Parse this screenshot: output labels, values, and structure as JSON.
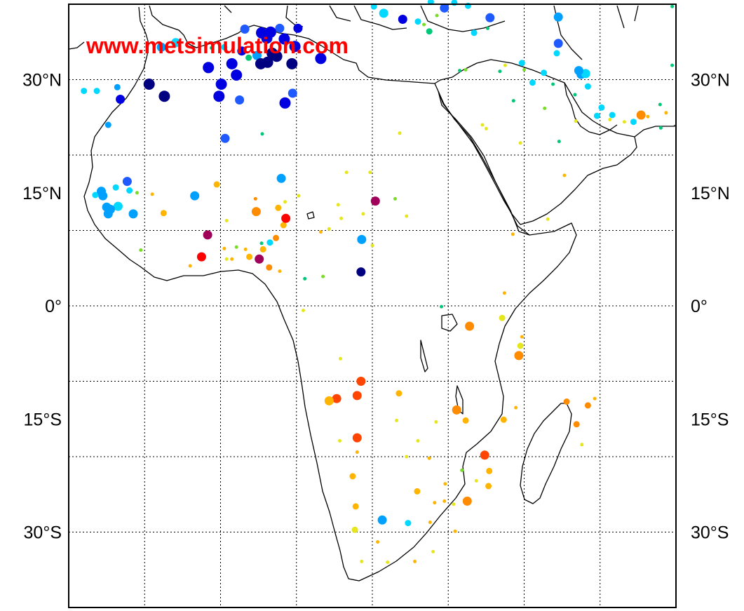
{
  "watermark": "www.metsimulation.com",
  "colors": {
    "frame": "#000000",
    "grid": "#000000",
    "coast": "#000000",
    "watermark": "#ff0000",
    "scale": [
      "#000080",
      "#0000e0",
      "#1e5aff",
      "#00a0ff",
      "#00d8ff",
      "#00c878",
      "#78dc28",
      "#e6e61e",
      "#ffb400",
      "#ff8c00",
      "#ff4500",
      "#ff0000",
      "#a0005a"
    ]
  },
  "map": {
    "lon_range": [
      -20,
      60
    ],
    "lat_range": [
      -40,
      40
    ],
    "lat_labels": [
      {
        "lat": 30,
        "text": "30°N"
      },
      {
        "lat": 15,
        "text": "15°N"
      },
      {
        "lat": 0,
        "text": "0°"
      },
      {
        "lat": -15,
        "text": "15°S"
      },
      {
        "lat": -30,
        "text": "30°S"
      }
    ],
    "grid_lons": [
      -10,
      0,
      10,
      20,
      30,
      40,
      50
    ],
    "grid_lats": [
      -30,
      -20,
      -10,
      0,
      10,
      20,
      30
    ]
  },
  "stations": [
    {
      "lon": 29.5,
      "lat": 39.5,
      "c": 2,
      "s": "m"
    },
    {
      "lon": 32.6,
      "lat": 39.8,
      "c": 4,
      "s": "s"
    },
    {
      "lon": 24,
      "lat": 38,
      "c": 1,
      "s": "m"
    },
    {
      "lon": 13.2,
      "lat": 32.8,
      "c": 1,
      "s": "l"
    },
    {
      "lon": 10.2,
      "lat": 36.8,
      "c": 1,
      "s": "m"
    },
    {
      "lon": 9.8,
      "lat": 34.4,
      "c": 1,
      "s": "l"
    },
    {
      "lon": 7.8,
      "lat": 36.8,
      "c": 2,
      "s": "m"
    },
    {
      "lon": 6.6,
      "lat": 36.3,
      "c": 1,
      "s": "l"
    },
    {
      "lon": 5.4,
      "lat": 36.2,
      "c": 1,
      "s": "l"
    },
    {
      "lon": 3.2,
      "lat": 36.7,
      "c": 2,
      "s": "m"
    },
    {
      "lon": 2.8,
      "lat": 33.8,
      "c": 1,
      "s": "m"
    },
    {
      "lon": 6.1,
      "lat": 35.5,
      "c": 1,
      "s": "l"
    },
    {
      "lon": 8.4,
      "lat": 35.4,
      "c": 1,
      "s": "l"
    },
    {
      "lon": 6.8,
      "lat": 33.5,
      "c": 0,
      "s": "l"
    },
    {
      "lon": 7.4,
      "lat": 33.1,
      "c": 0,
      "s": "l"
    },
    {
      "lon": 6.2,
      "lat": 32.3,
      "c": 0,
      "s": "l"
    },
    {
      "lon": 5.3,
      "lat": 32.1,
      "c": 0,
      "s": "l"
    },
    {
      "lon": 9.4,
      "lat": 32.1,
      "c": 0,
      "s": "l"
    },
    {
      "lon": 1.5,
      "lat": 32.1,
      "c": 1,
      "s": "l"
    },
    {
      "lon": 4.8,
      "lat": 33.2,
      "c": 3,
      "s": "m"
    },
    {
      "lon": -1.6,
      "lat": 31.6,
      "c": 1,
      "s": "l"
    },
    {
      "lon": 2.1,
      "lat": 30.6,
      "c": 1,
      "s": "l"
    },
    {
      "lon": 0.1,
      "lat": 29.4,
      "c": 1,
      "s": "l"
    },
    {
      "lon": -0.2,
      "lat": 27.8,
      "c": 1,
      "s": "l"
    },
    {
      "lon": 2.5,
      "lat": 27.3,
      "c": 2,
      "s": "m"
    },
    {
      "lon": 8.5,
      "lat": 26.9,
      "c": 1,
      "s": "l"
    },
    {
      "lon": 9.5,
      "lat": 28.2,
      "c": 2,
      "s": "m"
    },
    {
      "lon": -9.4,
      "lat": 29.4,
      "c": 0,
      "s": "l"
    },
    {
      "lon": -7.4,
      "lat": 27.8,
      "c": 0,
      "s": "l"
    },
    {
      "lon": -13.2,
      "lat": 27.4,
      "c": 1,
      "s": "m"
    },
    {
      "lon": -16.3,
      "lat": 28.5,
      "c": 4,
      "s": "s"
    },
    {
      "lon": -13.6,
      "lat": 29,
      "c": 3,
      "s": "s"
    },
    {
      "lon": -18,
      "lat": 28.5,
      "c": 4,
      "s": "s"
    },
    {
      "lon": -14.8,
      "lat": 24,
      "c": 3,
      "s": "s"
    },
    {
      "lon": 0.6,
      "lat": 22.2,
      "c": 2,
      "s": "m"
    },
    {
      "lon": 5.5,
      "lat": 22.8,
      "c": 5,
      "s": "xs"
    },
    {
      "lon": -1.2,
      "lat": 34.2,
      "c": 5,
      "s": "xs"
    },
    {
      "lon": -1.9,
      "lat": 34.8,
      "c": 5,
      "s": "xs"
    },
    {
      "lon": -7.8,
      "lat": 34.3,
      "c": 3,
      "s": "m"
    },
    {
      "lon": -5.9,
      "lat": 34.9,
      "c": 4,
      "s": "m"
    },
    {
      "lon": 0.5,
      "lat": 34.3,
      "c": 4,
      "s": "s"
    },
    {
      "lon": 3.7,
      "lat": 32.9,
      "c": 5,
      "s": "s"
    },
    {
      "lon": 27.7,
      "lat": 40.3,
      "c": 4,
      "s": "s"
    },
    {
      "lon": 20.2,
      "lat": 39.7,
      "c": 4,
      "s": "s"
    },
    {
      "lon": 21.5,
      "lat": 38.8,
      "c": 4,
      "s": "m"
    },
    {
      "lon": 26,
      "lat": 37.7,
      "c": 4,
      "s": "s"
    },
    {
      "lon": 30.8,
      "lat": 40.2,
      "c": 4,
      "s": "s"
    },
    {
      "lon": 27.5,
      "lat": 36.4,
      "c": 5,
      "s": "s"
    },
    {
      "lon": 26.8,
      "lat": 37.3,
      "c": 6,
      "s": "xs"
    },
    {
      "lon": 33.4,
      "lat": 36.2,
      "c": 4,
      "s": "s"
    },
    {
      "lon": 35.2,
      "lat": 36.8,
      "c": 5,
      "s": "xs"
    },
    {
      "lon": 35.5,
      "lat": 38.2,
      "c": 2,
      "s": "m"
    },
    {
      "lon": 28.5,
      "lat": 38.5,
      "c": 6,
      "s": "xs"
    },
    {
      "lon": 44.5,
      "lat": 38.3,
      "c": 3,
      "s": "m"
    },
    {
      "lon": 44.5,
      "lat": 34.8,
      "c": 2,
      "s": "m"
    },
    {
      "lon": 44.3,
      "lat": 33.5,
      "c": 4,
      "s": "s"
    },
    {
      "lon": 39.7,
      "lat": 32.2,
      "c": 4,
      "s": "s"
    },
    {
      "lon": 42.6,
      "lat": 30.9,
      "c": 4,
      "s": "s"
    },
    {
      "lon": 47.5,
      "lat": 30.7,
      "c": 3,
      "s": "m"
    },
    {
      "lon": 48.1,
      "lat": 30.8,
      "c": 4,
      "s": "m"
    },
    {
      "lon": 47.2,
      "lat": 31.2,
      "c": 3,
      "s": "m"
    },
    {
      "lon": 41.1,
      "lat": 29.6,
      "c": 4,
      "s": "s"
    },
    {
      "lon": 43.8,
      "lat": 29.4,
      "c": 5,
      "s": "xs"
    },
    {
      "lon": 46.7,
      "lat": 28,
      "c": 5,
      "s": "xs"
    },
    {
      "lon": 48.4,
      "lat": 29.1,
      "c": 4,
      "s": "s"
    },
    {
      "lon": 50.2,
      "lat": 26.3,
      "c": 4,
      "s": "s"
    },
    {
      "lon": 49.6,
      "lat": 25.2,
      "c": 4,
      "s": "s"
    },
    {
      "lon": 51.6,
      "lat": 25.3,
      "c": 4,
      "s": "s"
    },
    {
      "lon": 54.4,
      "lat": 24.4,
      "c": 4,
      "s": "s"
    },
    {
      "lon": 55.4,
      "lat": 25.3,
      "c": 9,
      "s": "m"
    },
    {
      "lon": 53.2,
      "lat": 24.4,
      "c": 7,
      "s": "xs"
    },
    {
      "lon": 56.3,
      "lat": 25.1,
      "c": 8,
      "s": "xs"
    },
    {
      "lon": 58.7,
      "lat": 25.6,
      "c": 8,
      "s": "xs"
    },
    {
      "lon": 57.9,
      "lat": 26.7,
      "c": 5,
      "s": "xs"
    },
    {
      "lon": 51.3,
      "lat": 24.7,
      "c": 7,
      "s": "xs"
    },
    {
      "lon": 46.8,
      "lat": 24.5,
      "c": 7,
      "s": "xs"
    },
    {
      "lon": 44.6,
      "lat": 21.8,
      "c": 5,
      "s": "xs"
    },
    {
      "lon": 45.3,
      "lat": 17.3,
      "c": 8,
      "s": "xs"
    },
    {
      "lon": 39.5,
      "lat": 21.6,
      "c": 7,
      "s": "xs"
    },
    {
      "lon": 38.6,
      "lat": 27.2,
      "c": 5,
      "s": "xs"
    },
    {
      "lon": 42.7,
      "lat": 26.2,
      "c": 6,
      "s": "xs"
    },
    {
      "lon": 59.5,
      "lat": 39.7,
      "c": 5,
      "s": "xs"
    },
    {
      "lon": 59.5,
      "lat": 31.9,
      "c": 5,
      "s": "xs"
    },
    {
      "lon": 58,
      "lat": 23.6,
      "c": 5,
      "s": "xs"
    },
    {
      "lon": 40,
      "lat": 31.3,
      "c": 6,
      "s": "xs"
    },
    {
      "lon": 37.5,
      "lat": 31.9,
      "c": 7,
      "s": "xs"
    },
    {
      "lon": 36.8,
      "lat": 31.1,
      "c": 5,
      "s": "xs"
    },
    {
      "lon": 35,
      "lat": 23.5,
      "c": 7,
      "s": "xs"
    },
    {
      "lon": 34.5,
      "lat": 24,
      "c": 7,
      "s": "xs"
    },
    {
      "lon": 31.5,
      "lat": 31.2,
      "c": 5,
      "s": "xs"
    },
    {
      "lon": 32.3,
      "lat": 31.3,
      "c": 6,
      "s": "xs"
    },
    {
      "lon": 16.6,
      "lat": 17.7,
      "c": 7,
      "s": "xs"
    },
    {
      "lon": 18.8,
      "lat": 12.2,
      "c": 7,
      "s": "xs"
    },
    {
      "lon": 15.5,
      "lat": 13.4,
      "c": 7,
      "s": "xs"
    },
    {
      "lon": 15.9,
      "lat": 11.6,
      "c": 7,
      "s": "xs"
    },
    {
      "lon": 20.4,
      "lat": 13.9,
      "c": 12,
      "s": "m"
    },
    {
      "lon": 18.6,
      "lat": 8.8,
      "c": 3,
      "s": "m"
    },
    {
      "lon": 18.5,
      "lat": 4.5,
      "c": 0,
      "s": "m"
    },
    {
      "lon": 13.2,
      "lat": 9.8,
      "c": 8,
      "s": "xs"
    },
    {
      "lon": 14.3,
      "lat": 10.2,
      "c": 7,
      "s": "xs"
    },
    {
      "lon": 10.3,
      "lat": 14.6,
      "c": 7,
      "s": "xs"
    },
    {
      "lon": 8,
      "lat": 16.9,
      "c": 3,
      "s": "m"
    },
    {
      "lon": 8.6,
      "lat": 11.6,
      "c": 11,
      "s": "m"
    },
    {
      "lon": 8.3,
      "lat": 10.7,
      "c": 8,
      "s": "s"
    },
    {
      "lon": 7.6,
      "lat": 13,
      "c": 8,
      "s": "s"
    },
    {
      "lon": 8.5,
      "lat": 13.8,
      "c": 7,
      "s": "xs"
    },
    {
      "lon": 4.7,
      "lat": 12.5,
      "c": 9,
      "s": "m"
    },
    {
      "lon": 4.6,
      "lat": 14.2,
      "c": 9,
      "s": "xs"
    },
    {
      "lon": 7.3,
      "lat": 9,
      "c": 9,
      "s": "s"
    },
    {
      "lon": 6.5,
      "lat": 8.4,
      "c": 4,
      "s": "s"
    },
    {
      "lon": 5.6,
      "lat": 7.5,
      "c": 8,
      "s": "s"
    },
    {
      "lon": 5.1,
      "lat": 6.2,
      "c": 12,
      "s": "m"
    },
    {
      "lon": 6.4,
      "lat": 5.1,
      "c": 9,
      "s": "s"
    },
    {
      "lon": 7.8,
      "lat": 4.6,
      "c": 8,
      "s": "xs"
    },
    {
      "lon": 11.1,
      "lat": 3.6,
      "c": 5,
      "s": "xs"
    },
    {
      "lon": 3.8,
      "lat": 6.5,
      "c": 8,
      "s": "s"
    },
    {
      "lon": 3.3,
      "lat": 7.5,
      "c": 8,
      "s": "xs"
    },
    {
      "lon": 2.1,
      "lat": 7.8,
      "c": 6,
      "s": "xs"
    },
    {
      "lon": 5.4,
      "lat": 8.3,
      "c": 5,
      "s": "xs"
    },
    {
      "lon": 1.5,
      "lat": 6.2,
      "c": 8,
      "s": "xs"
    },
    {
      "lon": 0.8,
      "lat": 6.2,
      "c": 7,
      "s": "xs"
    },
    {
      "lon": -1.7,
      "lat": 9.4,
      "c": 12,
      "s": "m"
    },
    {
      "lon": -2.5,
      "lat": 6.5,
      "c": 11,
      "s": "m"
    },
    {
      "lon": 0.5,
      "lat": 7.6,
      "c": 8,
      "s": "xs"
    },
    {
      "lon": 0.8,
      "lat": 11.3,
      "c": 7,
      "s": "xs"
    },
    {
      "lon": -0.5,
      "lat": 16.1,
      "c": 8,
      "s": "s"
    },
    {
      "lon": -3.4,
      "lat": 14.6,
      "c": 3,
      "s": "m"
    },
    {
      "lon": -7.5,
      "lat": 12.3,
      "c": 8,
      "s": "s"
    },
    {
      "lon": -9,
      "lat": 14.8,
      "c": 8,
      "s": "xs"
    },
    {
      "lon": -12,
      "lat": 15.3,
      "c": 4,
      "s": "s"
    },
    {
      "lon": -13.5,
      "lat": 13.2,
      "c": 4,
      "s": "m"
    },
    {
      "lon": -11.5,
      "lat": 12.2,
      "c": 3,
      "s": "m"
    },
    {
      "lon": -14.5,
      "lat": 12.8,
      "c": 3,
      "s": "m"
    },
    {
      "lon": -14.8,
      "lat": 12.2,
      "c": 3,
      "s": "m"
    },
    {
      "lon": -15,
      "lat": 13.1,
      "c": 3,
      "s": "m"
    },
    {
      "lon": -15.5,
      "lat": 14.6,
      "c": 3,
      "s": "m"
    },
    {
      "lon": -16.5,
      "lat": 14.7,
      "c": 4,
      "s": "s"
    },
    {
      "lon": -13.8,
      "lat": 15.7,
      "c": 4,
      "s": "s"
    },
    {
      "lon": -15.7,
      "lat": 15.2,
      "c": 3,
      "s": "m"
    },
    {
      "lon": -12.3,
      "lat": 16.5,
      "c": 2,
      "s": "m"
    },
    {
      "lon": -11,
      "lat": 15,
      "c": 6,
      "s": "xs"
    },
    {
      "lon": -10.5,
      "lat": 7.4,
      "c": 6,
      "s": "xs"
    },
    {
      "lon": -4,
      "lat": 5.3,
      "c": 8,
      "s": "xs"
    },
    {
      "lon": 29.1,
      "lat": -0.1,
      "c": 5,
      "s": "xs"
    },
    {
      "lon": 32.8,
      "lat": -2.7,
      "c": 9,
      "s": "m"
    },
    {
      "lon": 37.1,
      "lat": -1.6,
      "c": 7,
      "s": "s"
    },
    {
      "lon": 39.5,
      "lat": -5.3,
      "c": 7,
      "s": "s"
    },
    {
      "lon": 39.3,
      "lat": -6.6,
      "c": 9,
      "s": "m"
    },
    {
      "lon": 39.7,
      "lat": -4.1,
      "c": 8,
      "s": "xs"
    },
    {
      "lon": 37.4,
      "lat": 1.7,
      "c": 8,
      "s": "xs"
    },
    {
      "lon": 38.5,
      "lat": 9.5,
      "c": 8,
      "s": "xs"
    },
    {
      "lon": 43.1,
      "lat": 11.5,
      "c": 7,
      "s": "xs"
    },
    {
      "lon": 24.5,
      "lat": 11.9,
      "c": 7,
      "s": "xs"
    },
    {
      "lon": 19.7,
      "lat": 17.7,
      "c": 7,
      "s": "xs"
    },
    {
      "lon": 23,
      "lat": 14.2,
      "c": 6,
      "s": "xs"
    },
    {
      "lon": 20,
      "lat": 8,
      "c": 7,
      "s": "xs"
    },
    {
      "lon": 13.5,
      "lat": 3.9,
      "c": 6,
      "s": "xs"
    },
    {
      "lon": 10.9,
      "lat": -0.6,
      "c": 7,
      "s": "xs"
    },
    {
      "lon": 23.6,
      "lat": 22.9,
      "c": 7,
      "s": "xs"
    },
    {
      "lon": 18.5,
      "lat": -10,
      "c": 10,
      "s": "m"
    },
    {
      "lon": 15.3,
      "lat": -12.3,
      "c": 10,
      "s": "m"
    },
    {
      "lon": 14.3,
      "lat": -12.6,
      "c": 8,
      "s": "m"
    },
    {
      "lon": 18,
      "lat": -11.9,
      "c": 10,
      "s": "m"
    },
    {
      "lon": 18,
      "lat": -17.5,
      "c": 10,
      "s": "m"
    },
    {
      "lon": 23.5,
      "lat": -11.6,
      "c": 8,
      "s": "s"
    },
    {
      "lon": 31.1,
      "lat": -13.8,
      "c": 9,
      "s": "m"
    },
    {
      "lon": 32.3,
      "lat": -15.2,
      "c": 8,
      "s": "s"
    },
    {
      "lon": 37.3,
      "lat": -15.1,
      "c": 8,
      "s": "s"
    },
    {
      "lon": 38.9,
      "lat": -13.5,
      "c": 8,
      "s": "xs"
    },
    {
      "lon": 45.6,
      "lat": -12.7,
      "c": 9,
      "s": "s"
    },
    {
      "lon": 48.4,
      "lat": -13.2,
      "c": 9,
      "s": "s"
    },
    {
      "lon": 49.3,
      "lat": -12.3,
      "c": 8,
      "s": "xs"
    },
    {
      "lon": 46.9,
      "lat": -15.7,
      "c": 9,
      "s": "s"
    },
    {
      "lon": 47.6,
      "lat": -18.4,
      "c": 7,
      "s": "xs"
    },
    {
      "lon": 34.8,
      "lat": -19.8,
      "c": 10,
      "s": "m"
    },
    {
      "lon": 35.4,
      "lat": -21.9,
      "c": 8,
      "s": "s"
    },
    {
      "lon": 35.3,
      "lat": -23.9,
      "c": 8,
      "s": "s"
    },
    {
      "lon": 33.7,
      "lat": -23.2,
      "c": 7,
      "s": "xs"
    },
    {
      "lon": 31.8,
      "lat": -21.8,
      "c": 6,
      "s": "xs"
    },
    {
      "lon": 32.5,
      "lat": -25.9,
      "c": 9,
      "s": "m"
    },
    {
      "lon": 30.7,
      "lat": -26.3,
      "c": 7,
      "s": "xs"
    },
    {
      "lon": 29.5,
      "lat": -25.9,
      "c": 8,
      "s": "xs"
    },
    {
      "lon": 28.2,
      "lat": -26.1,
      "c": 8,
      "s": "xs"
    },
    {
      "lon": 29.6,
      "lat": -23.6,
      "c": 8,
      "s": "xs"
    },
    {
      "lon": 25.9,
      "lat": -24.6,
      "c": 8,
      "s": "s"
    },
    {
      "lon": 24.7,
      "lat": -28.8,
      "c": 4,
      "s": "s"
    },
    {
      "lon": 27.6,
      "lat": -28.7,
      "c": 8,
      "s": "xs"
    },
    {
      "lon": 21.3,
      "lat": -28.4,
      "c": 3,
      "s": "m"
    },
    {
      "lon": 17.4,
      "lat": -22.6,
      "c": 8,
      "s": "s"
    },
    {
      "lon": 18,
      "lat": -19.4,
      "c": 8,
      "s": "xs"
    },
    {
      "lon": 15.7,
      "lat": -17.9,
      "c": 7,
      "s": "xs"
    },
    {
      "lon": 17.8,
      "lat": -26.6,
      "c": 8,
      "s": "s"
    },
    {
      "lon": 17.7,
      "lat": -29.7,
      "c": 7,
      "s": "s"
    },
    {
      "lon": 18.6,
      "lat": -33.9,
      "c": 7,
      "s": "xs"
    },
    {
      "lon": 22,
      "lat": -34,
      "c": 7,
      "s": "xs"
    },
    {
      "lon": 25.6,
      "lat": -33.9,
      "c": 8,
      "s": "xs"
    },
    {
      "lon": 28,
      "lat": -32.6,
      "c": 7,
      "s": "xs"
    },
    {
      "lon": 30.9,
      "lat": -29.9,
      "c": 8,
      "s": "xs"
    },
    {
      "lon": 27.5,
      "lat": -20.2,
      "c": 8,
      "s": "xs"
    },
    {
      "lon": 28.4,
      "lat": -15.4,
      "c": 7,
      "s": "xs"
    },
    {
      "lon": 23.2,
      "lat": -15.2,
      "c": 7,
      "s": "xs"
    },
    {
      "lon": 26,
      "lat": -17.9,
      "c": 7,
      "s": "xs"
    },
    {
      "lon": 24.5,
      "lat": -20,
      "c": 7,
      "s": "xs"
    },
    {
      "lon": 20.7,
      "lat": -31.3,
      "c": 8,
      "s": "xs"
    },
    {
      "lon": 15.8,
      "lat": -7,
      "c": 7,
      "s": "xs"
    }
  ]
}
